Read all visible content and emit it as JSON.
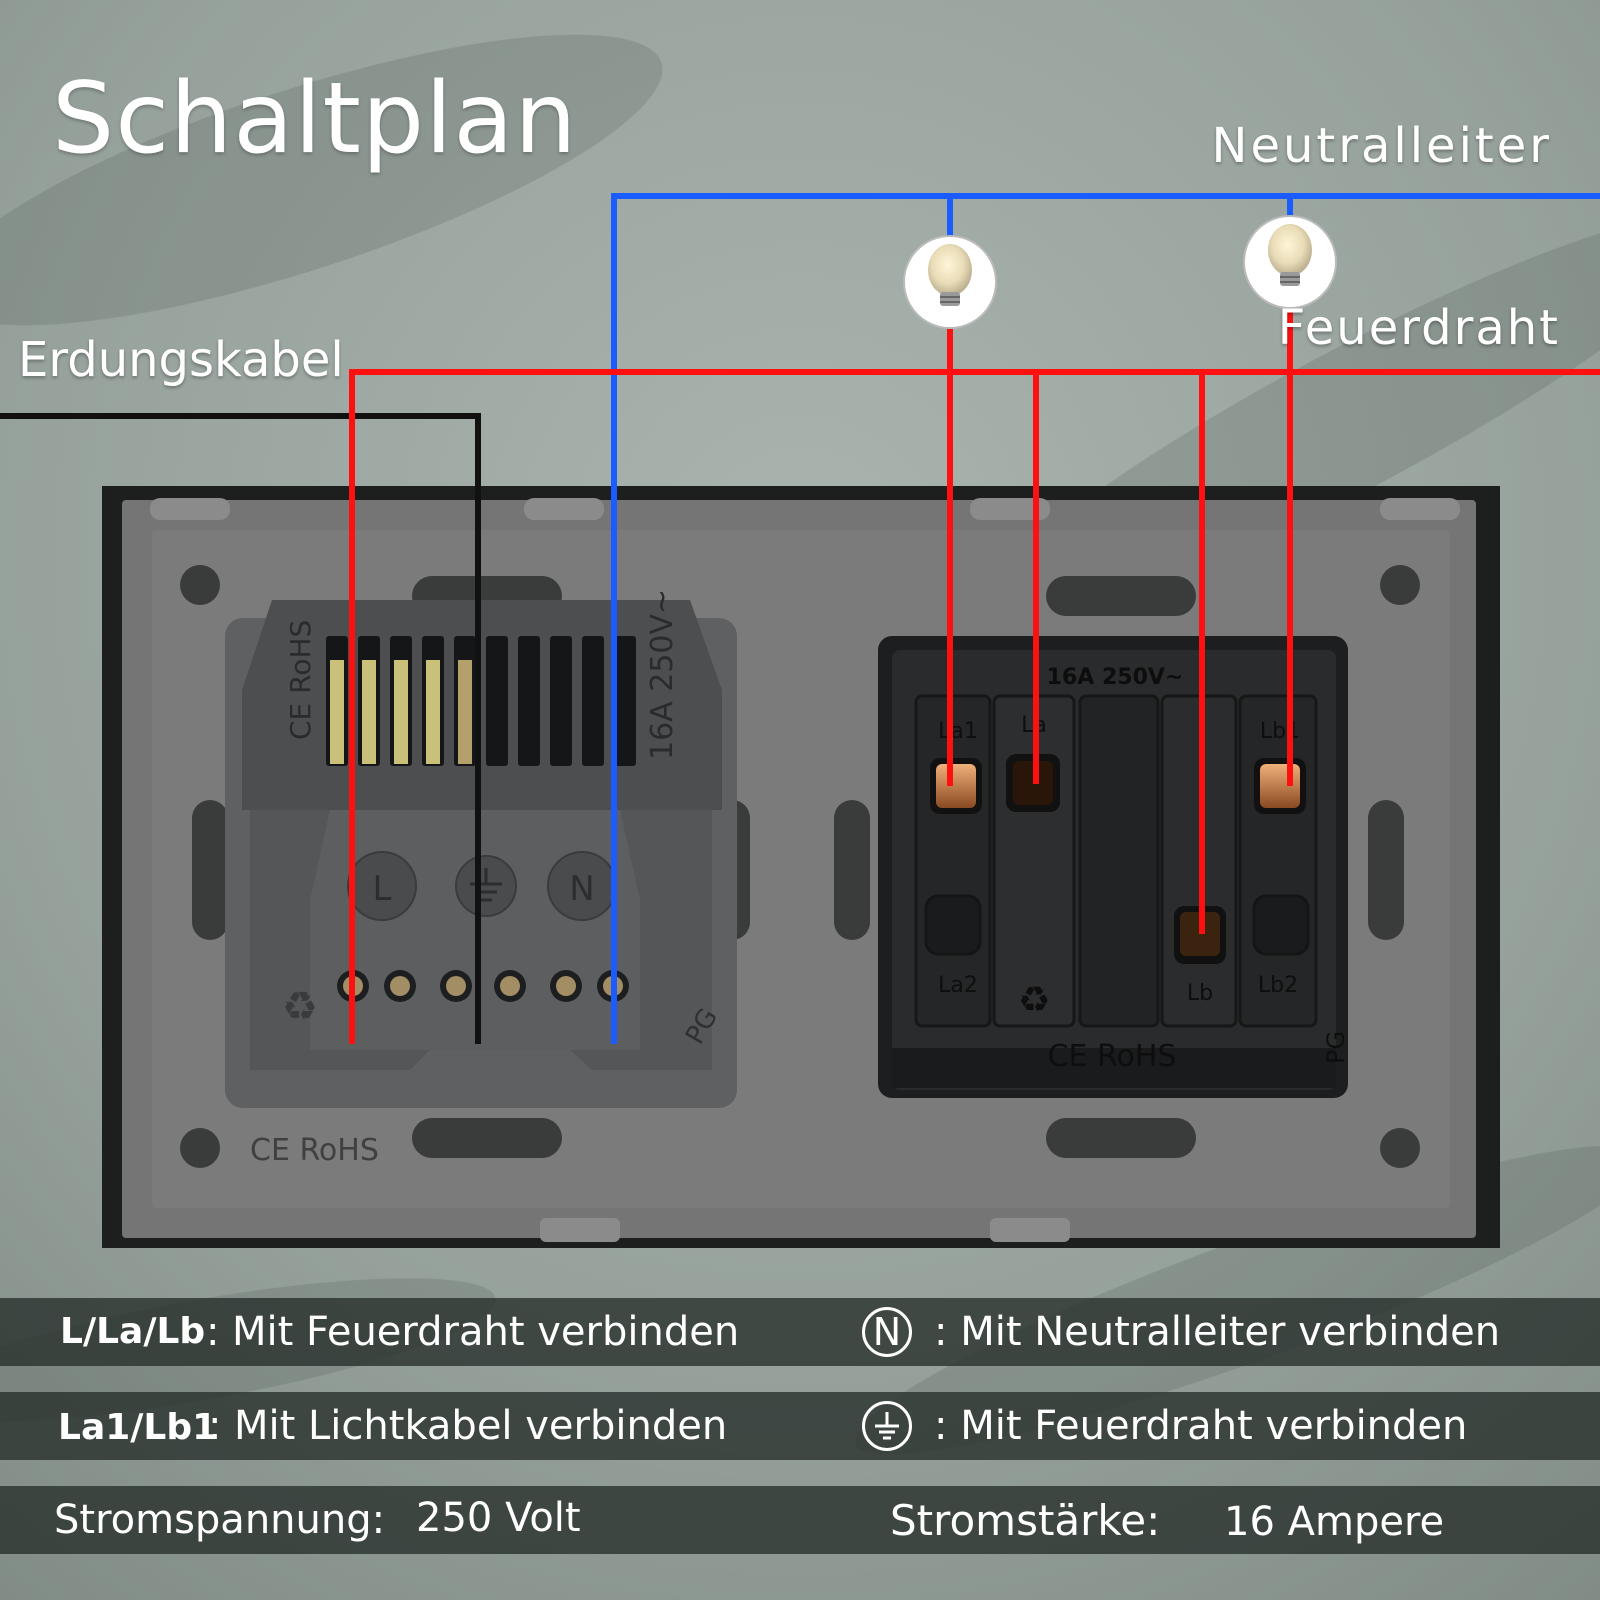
{
  "title": "Schaltplan",
  "wire_labels": {
    "neutral": "Neutralleiter",
    "phase": "Feuerdraht",
    "earth": "Erdungskabel"
  },
  "colors": {
    "neutral_wire": "#1a5cff",
    "phase_wire": "#ff1010",
    "earth_wire": "#111111"
  },
  "socket": {
    "markings": "CE RoHS",
    "rating": "16A 250V~",
    "terminals": [
      "L",
      "⏚",
      "N"
    ],
    "brand": "PG",
    "plate_marking": "CE RoHS"
  },
  "switch": {
    "rating": "16A 250V~",
    "terminals": [
      "La1",
      "La",
      "Lb1",
      "La2",
      "Lb",
      "Lb2"
    ],
    "markings": "CE RoHS",
    "brand": "PG"
  },
  "legend": [
    {
      "key": "L/La/Lb",
      "sep": ":",
      "text": "Mit Feuerdraht verbinden"
    },
    {
      "key": "La1/Lb1",
      "sep": ":",
      "text": "Mit Lichtkabel verbinden"
    },
    {
      "key": "Stromspannung:",
      "text": "250 Volt"
    }
  ],
  "legend_right": [
    {
      "symbol": "N",
      "text": ": Mit Neutralleiter verbinden"
    },
    {
      "symbol": "earth-symbol",
      "text": ": Mit Feuerdraht verbinden"
    },
    {
      "key": "Stromstärke:",
      "text": "16 Ampere"
    }
  ]
}
